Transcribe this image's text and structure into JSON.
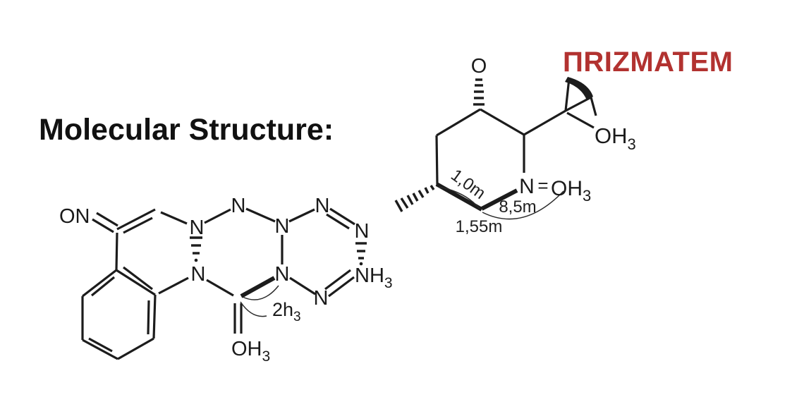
{
  "title": "Molecular Structure:",
  "brand": "ΠRIZMATEM",
  "colors": {
    "ink": "#1c1c1c",
    "accent_red": "#b23230",
    "background": "#ffffff"
  },
  "left_molecule": {
    "labels": {
      "on": "ON",
      "n": "N",
      "nh": {
        "base": "NH",
        "sub": "3"
      },
      "oh": {
        "base": "OH",
        "sub": "3"
      }
    },
    "annotation": {
      "base": "2h",
      "sub": "3"
    }
  },
  "right_molecule": {
    "labels": {
      "o": "O",
      "n": "N",
      "double_bond": "=",
      "oh_top": {
        "base": "OH",
        "sub": "3"
      },
      "oh_n": {
        "base": "OH",
        "sub": "3"
      }
    },
    "measurements": [
      "1,0m",
      "8,5m",
      "1,55m"
    ]
  }
}
